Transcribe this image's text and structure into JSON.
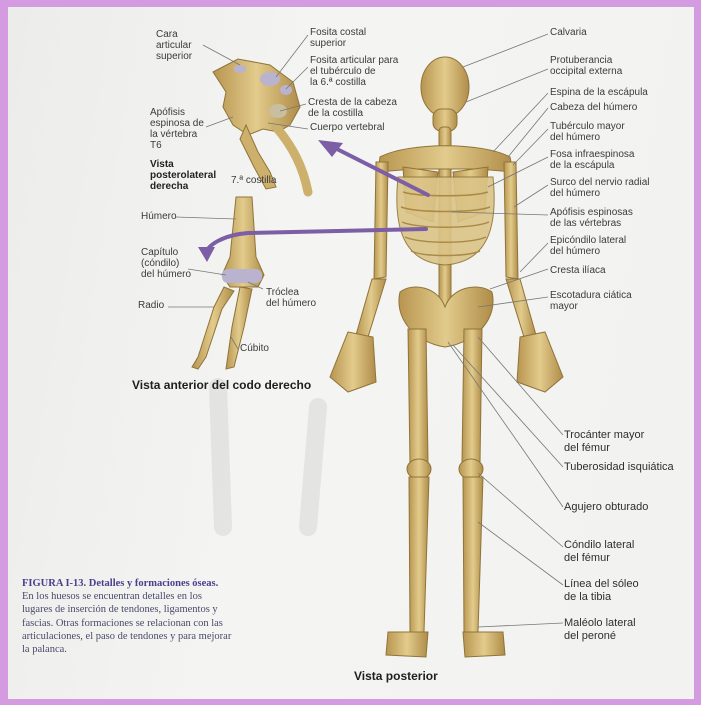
{
  "vertebra_labels": {
    "cara_articular": "Cara\narticular\nsuperior",
    "fosita_costal": "Fosita costal\nsuperior",
    "fosita_articular": "Fosita articular para\nel tubérculo de\nla 6.ª costilla",
    "cresta_cabeza": "Cresta de la cabeza\nde la costilla",
    "cuerpo_vertebral": "Cuerpo vertebral",
    "apofisis_t6": "Apófisis\nespinosa de\nla vértebra\nT6",
    "vista_posterolateral": "Vista\nposterolateral\nderecha",
    "septima_costilla": "7.ª costilla"
  },
  "elbow_labels": {
    "humero": "Húmero",
    "capitulo": "Capítulo\n(cóndilo)\ndel húmero",
    "radio": "Radio",
    "troclea": "Tróclea\ndel húmero",
    "cubito": "Cúbito",
    "vista_codo": "Vista anterior del codo derecho"
  },
  "skeleton_labels": {
    "calvaria": "Calvaria",
    "protuberancia": "Protuberancia\noccipital externa",
    "espina": "Espina de la escápula",
    "cabeza_humero": "Cabeza del húmero",
    "tuberculo": "Tubérculo mayor\ndel húmero",
    "fosa": "Fosa infraespinosa\nde la escápula",
    "surco": "Surco del nervio radial\ndel húmero",
    "apofisis_vert": "Apófisis espinosas\nde las vértebras",
    "epicondilo": "Epicóndilo lateral\ndel húmero",
    "cresta_iliaca": "Cresta ilíaca",
    "escotadura": "Escotadura ciática\nmayor",
    "trocanter": "Trocánter mayor\ndel fémur",
    "tuberosidad": "Tuberosidad isquiática",
    "agujero": "Agujero obturado",
    "condilo": "Cóndilo lateral\ndel fémur",
    "linea_soleo": "Línea del sóleo\nde la tibia",
    "maleolo": "Maléolo lateral\ndel peroné",
    "vista_posterior": "Vista posterior"
  },
  "caption": {
    "figure": "FIGURA I-13.",
    "title": "Detalles y formaciones óseas.",
    "body": "En los huesos se encuentran detalles en los lugares de inserción de tendones, ligamentos y fascias. Otras formaciones se relacionan con las articulaciones, el paso de tendones y para mejorar la palanca."
  },
  "colors": {
    "bone": "#d9c07e",
    "bone_shadow": "#a98a45",
    "arrow": "#7b5ea6",
    "highlight": "#b9b3cf",
    "frame": "#d59be0"
  }
}
